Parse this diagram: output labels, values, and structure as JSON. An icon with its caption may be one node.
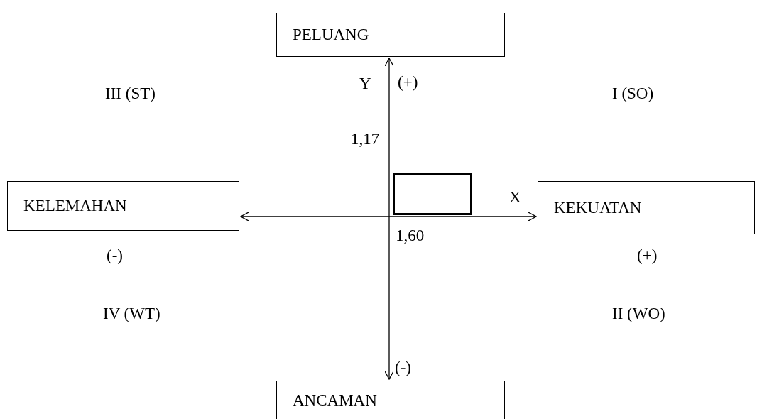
{
  "diagram": {
    "nodes": [
      {
        "text": [
          "PELUANG"
        ]
      },
      {
        "text": [
          "KELEMAHAN"
        ]
      },
      {
        "text": [],
        "shape": "box"
      },
      {
        "text": [
          "KEKUATAN"
        ]
      },
      {
        "text": [
          "ANCAMAN"
        ]
      }
    ],
    "edges": [
      {
        "from": 4,
        "to": 0,
        "arrow": "both"
      },
      {
        "from": 1,
        "to": 3,
        "arrow": "both"
      }
    ],
    "labels": [
      "Y",
      "(+)",
      "III (ST)",
      "I (SO)",
      "1,17",
      "X",
      "1,60",
      "(-)",
      "(+)",
      "IV (WT)",
      "II (WO)",
      "(-)"
    ]
  }
}
